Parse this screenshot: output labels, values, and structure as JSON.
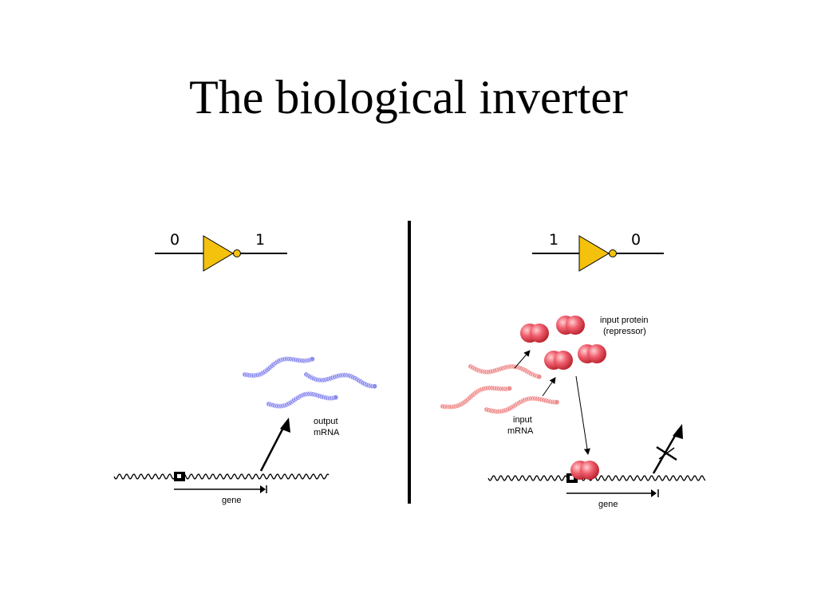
{
  "title": "The biological inverter",
  "left_panel": {
    "gate_input": "0",
    "gate_output": "1",
    "mrna_label_line1": "output",
    "mrna_label_line2": "mRNA",
    "gene_label": "gene"
  },
  "right_panel": {
    "gate_input": "1",
    "gate_output": "0",
    "protein_label_line1": "input protein",
    "protein_label_line2": "(repressor)",
    "mrna_label_line1": "input",
    "mrna_label_line2": "mRNA",
    "gene_label": "gene"
  },
  "colors": {
    "gate_fill": "#f4c20d",
    "output_mrna": "#8c8cf0",
    "input_mrna": "#f08c8c",
    "protein": "#e8404a"
  }
}
